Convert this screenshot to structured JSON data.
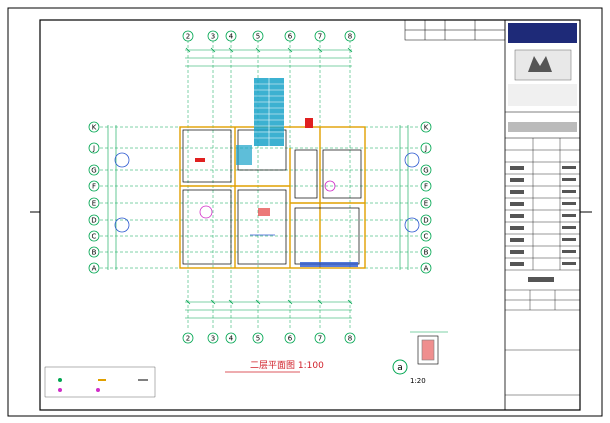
{
  "title_block": {
    "company_header": "",
    "institute_name": "",
    "institute_sub": "",
    "sheet_name": "",
    "sheet_number": "",
    "scale_note": ""
  },
  "drawing": {
    "title": "二层平面图 1:100",
    "area_label": "",
    "detail_marker": "a",
    "detail_scale": "1:20"
  },
  "grid_axes": {
    "top": [
      "2",
      "3",
      "4",
      "5",
      "6",
      "7",
      "8"
    ],
    "left": [
      "K",
      "J",
      "G",
      "F",
      "E",
      "D",
      "C",
      "B",
      "A"
    ]
  },
  "legend": {
    "heading": "",
    "items": [
      "",
      "",
      "",
      "",
      ""
    ]
  },
  "colors": {
    "line": "#000000",
    "grid": "#00a651",
    "wall": "#e0a000",
    "stair": "#1aa3c9",
    "dim": "#00a651",
    "accent": "#e02020",
    "blue": "#2b57d0",
    "magenta": "#d02cc8",
    "title_red": "#d0202a"
  }
}
